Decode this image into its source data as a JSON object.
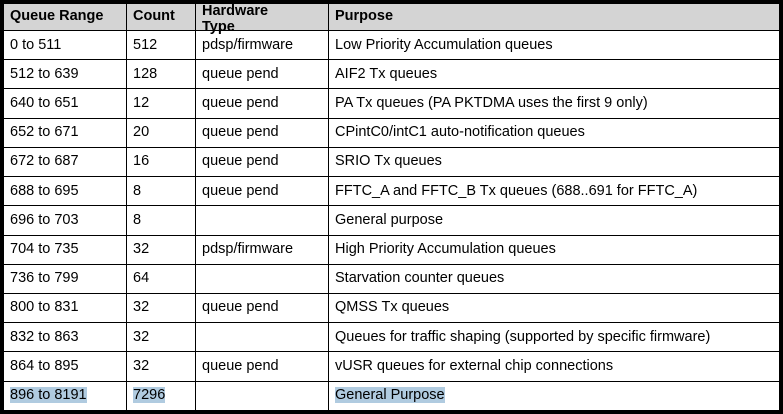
{
  "table": {
    "name": "queue-range-mapping-table",
    "headers": [
      {
        "id": "queue-range",
        "label": "Queue Range"
      },
      {
        "id": "count",
        "label": "Count"
      },
      {
        "id": "hardware-type",
        "label_line1": "Hardware",
        "label_line2": "Type"
      },
      {
        "id": "purpose",
        "label": "Purpose"
      }
    ],
    "rows": [
      {
        "range": "0 to 511",
        "count": "512",
        "hardware": "pdsp/firmware",
        "purpose": "Low Priority Accumulation queues",
        "selected": false
      },
      {
        "range": "512 to 639",
        "count": "128",
        "hardware": "queue pend",
        "purpose": "AIF2 Tx queues",
        "selected": false
      },
      {
        "range": "640 to 651",
        "count": "12",
        "hardware": "queue pend",
        "purpose": "PA Tx queues (PA PKTDMA uses the first 9 only)",
        "selected": false
      },
      {
        "range": "652 to 671",
        "count": "20",
        "hardware": "queue pend",
        "purpose": "CPintC0/intC1 auto-notification queues",
        "selected": false
      },
      {
        "range": "672 to 687",
        "count": "16",
        "hardware": "queue pend",
        "purpose": "SRIO Tx queues",
        "selected": false
      },
      {
        "range": "688 to 695",
        "count": "8",
        "hardware": "queue pend",
        "purpose": "FFTC_A and FFTC_B Tx queues (688..691 for FFTC_A)",
        "selected": false
      },
      {
        "range": "696 to 703",
        "count": "8",
        "hardware": "",
        "purpose": "General purpose",
        "selected": false
      },
      {
        "range": "704 to 735",
        "count": "32",
        "hardware": "pdsp/firmware",
        "purpose": "High Priority Accumulation queues",
        "selected": false
      },
      {
        "range": "736 to 799",
        "count": "64",
        "hardware": "",
        "purpose": "Starvation counter queues",
        "selected": false
      },
      {
        "range": "800 to 831",
        "count": "32",
        "hardware": "queue pend",
        "purpose": "QMSS Tx queues",
        "selected": false
      },
      {
        "range": "832 to 863",
        "count": "32",
        "hardware": "",
        "purpose": "Queues for traffic shaping (supported by specific firmware)",
        "selected": false
      },
      {
        "range": "864 to 895",
        "count": "32",
        "hardware": "queue pend",
        "purpose": "vUSR queues for external chip connections",
        "selected": false
      },
      {
        "range": "896 to 8191",
        "count": "7296",
        "hardware": "",
        "purpose": "General Purpose",
        "selected": true
      }
    ]
  },
  "colors": {
    "header_background": "#d4d4d4",
    "selection_highlight": "#b0cbe0",
    "border": "#000000",
    "text": "#000000",
    "cell_background": "#ffffff"
  }
}
